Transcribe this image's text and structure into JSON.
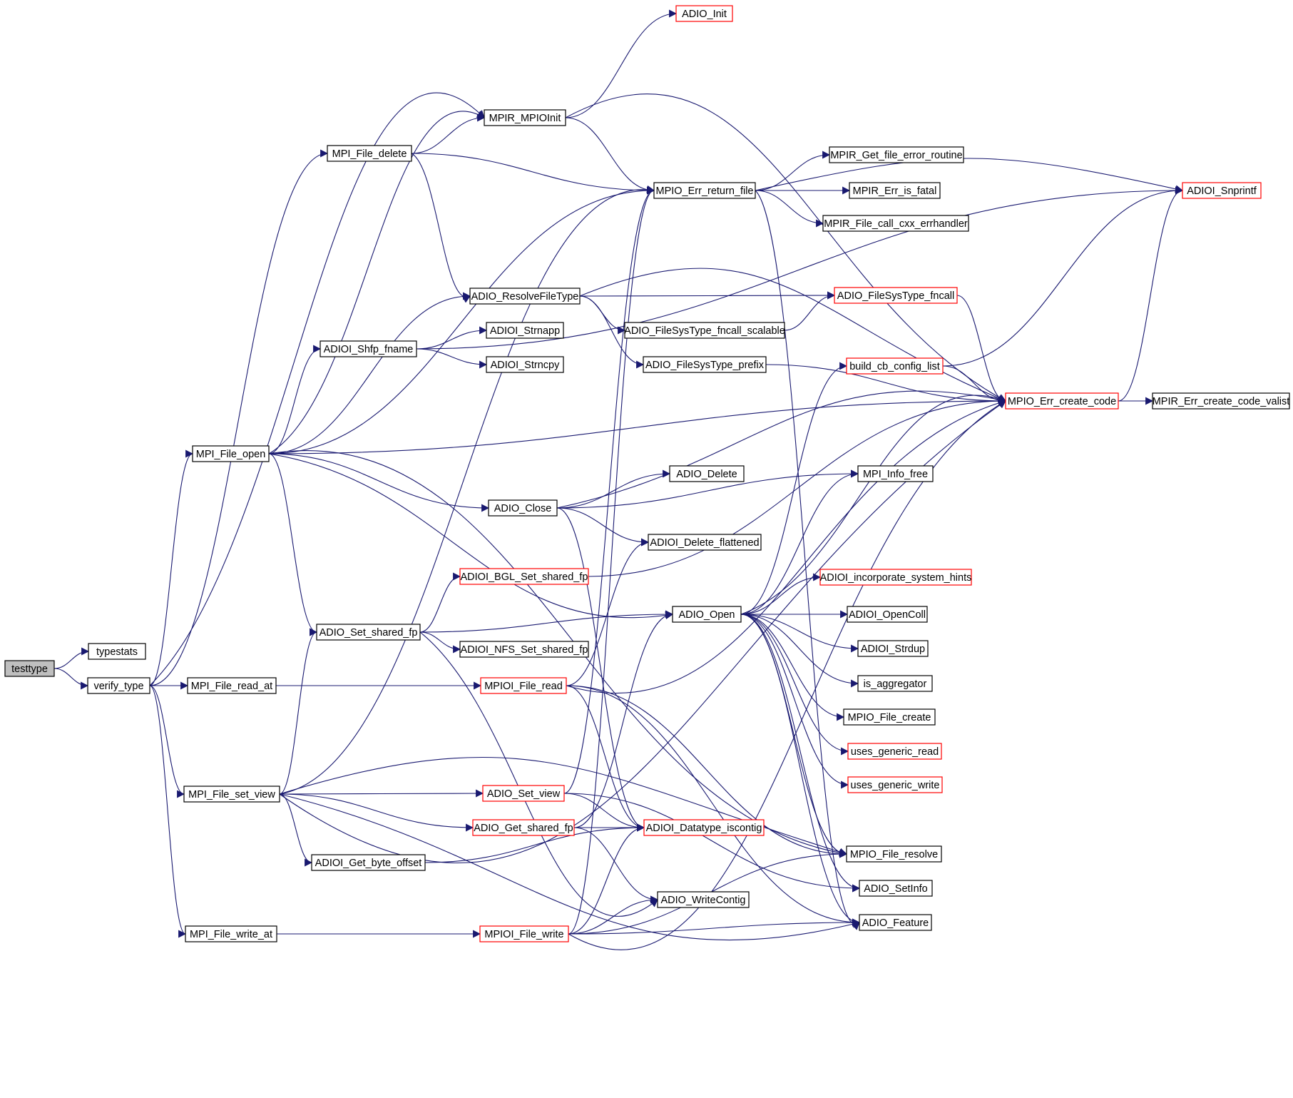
{
  "graph": {
    "colors": {
      "edge": "#191970",
      "border_normal": "#000000",
      "border_incomplete": "#ff0000",
      "root_fill": "#bfbfbf"
    },
    "nodes": [
      {
        "id": "testtype",
        "label": "testtype",
        "style": "root"
      },
      {
        "id": "typestats",
        "label": "typestats",
        "style": "normal"
      },
      {
        "id": "verify_type",
        "label": "verify_type",
        "style": "normal"
      },
      {
        "id": "MPI_File_open",
        "label": "MPI_File_open",
        "style": "normal"
      },
      {
        "id": "MPI_File_read_at",
        "label": "MPI_File_read_at",
        "style": "normal"
      },
      {
        "id": "MPI_File_set_view",
        "label": "MPI_File_set_view",
        "style": "normal"
      },
      {
        "id": "MPI_File_write_at",
        "label": "MPI_File_write_at",
        "style": "normal"
      },
      {
        "id": "MPI_File_delete",
        "label": "MPI_File_delete",
        "style": "normal"
      },
      {
        "id": "ADIOI_Shfp_fname",
        "label": "ADIOI_Shfp_fname",
        "style": "normal"
      },
      {
        "id": "ADIO_Set_shared_fp",
        "label": "ADIO_Set_shared_fp",
        "style": "normal"
      },
      {
        "id": "ADIOI_Get_byte_offset",
        "label": "ADIOI_Get_byte_offset",
        "style": "normal"
      },
      {
        "id": "ADIO_Init",
        "label": "ADIO_Init",
        "style": "red"
      },
      {
        "id": "MPIR_MPIOInit",
        "label": "MPIR_MPIOInit",
        "style": "normal"
      },
      {
        "id": "ADIO_ResolveFileType",
        "label": "ADIO_ResolveFileType",
        "style": "normal"
      },
      {
        "id": "ADIOI_Strnapp",
        "label": "ADIOI_Strnapp",
        "style": "normal"
      },
      {
        "id": "ADIOI_Strncpy",
        "label": "ADIOI_Strncpy",
        "style": "normal"
      },
      {
        "id": "ADIO_Close",
        "label": "ADIO_Close",
        "style": "normal"
      },
      {
        "id": "ADIOI_BGL_Set_shared_fp",
        "label": "ADIOI_BGL_Set_shared_fp",
        "style": "red"
      },
      {
        "id": "ADIOI_NFS_Set_shared_fp",
        "label": "ADIOI_NFS_Set_shared_fp",
        "style": "normal"
      },
      {
        "id": "MPIOI_File_read",
        "label": "MPIOI_File_read",
        "style": "red"
      },
      {
        "id": "ADIO_Set_view",
        "label": "ADIO_Set_view",
        "style": "red"
      },
      {
        "id": "ADIO_Get_shared_fp",
        "label": "ADIO_Get_shared_fp",
        "style": "red"
      },
      {
        "id": "MPIOI_File_write",
        "label": "MPIOI_File_write",
        "style": "red"
      },
      {
        "id": "MPIO_Err_return_file",
        "label": "MPIO_Err_return_file",
        "style": "normal"
      },
      {
        "id": "ADIO_FileSysType_fncall_scalable",
        "label": "ADIO_FileSysType_fncall_scalable",
        "style": "normal"
      },
      {
        "id": "ADIO_FileSysType_prefix",
        "label": "ADIO_FileSysType_prefix",
        "style": "normal"
      },
      {
        "id": "ADIO_Delete",
        "label": "ADIO_Delete",
        "style": "normal"
      },
      {
        "id": "ADIOI_Delete_flattened",
        "label": "ADIOI_Delete_flattened",
        "style": "normal"
      },
      {
        "id": "ADIO_Open",
        "label": "ADIO_Open",
        "style": "normal"
      },
      {
        "id": "ADIOI_Datatype_iscontig",
        "label": "ADIOI_Datatype_iscontig",
        "style": "red"
      },
      {
        "id": "ADIO_WriteContig",
        "label": "ADIO_WriteContig",
        "style": "normal"
      },
      {
        "id": "MPIR_Get_file_error_routine",
        "label": "MPIR_Get_file_error_routine",
        "style": "normal"
      },
      {
        "id": "MPIR_Err_is_fatal",
        "label": "MPIR_Err_is_fatal",
        "style": "normal"
      },
      {
        "id": "MPIR_File_call_cxx_errhandler",
        "label": "MPIR_File_call_cxx_errhandler",
        "style": "normal"
      },
      {
        "id": "ADIO_FileSysType_fncall",
        "label": "ADIO_FileSysType_fncall",
        "style": "red"
      },
      {
        "id": "build_cb_config_list",
        "label": "build_cb_config_list",
        "style": "red"
      },
      {
        "id": "MPI_Info_free",
        "label": "MPI_Info_free",
        "style": "normal"
      },
      {
        "id": "ADIOI_incorporate_system_hints",
        "label": "ADIOI_incorporate_system_hints",
        "style": "red"
      },
      {
        "id": "ADIOI_OpenColl",
        "label": "ADIOI_OpenColl",
        "style": "normal"
      },
      {
        "id": "ADIOI_Strdup",
        "label": "ADIOI_Strdup",
        "style": "normal"
      },
      {
        "id": "is_aggregator",
        "label": "is_aggregator",
        "style": "normal"
      },
      {
        "id": "MPIO_File_create",
        "label": "MPIO_File_create",
        "style": "normal"
      },
      {
        "id": "uses_generic_read",
        "label": "uses_generic_read",
        "style": "red"
      },
      {
        "id": "uses_generic_write",
        "label": "uses_generic_write",
        "style": "red"
      },
      {
        "id": "MPIO_File_resolve",
        "label": "MPIO_File_resolve",
        "style": "normal"
      },
      {
        "id": "ADIO_SetInfo",
        "label": "ADIO_SetInfo",
        "style": "normal"
      },
      {
        "id": "ADIO_Feature",
        "label": "ADIO_Feature",
        "style": "normal"
      },
      {
        "id": "ADIOI_Snprintf",
        "label": "ADIOI_Snprintf",
        "style": "red"
      },
      {
        "id": "MPIO_Err_create_code",
        "label": "MPIO_Err_create_code",
        "style": "red"
      },
      {
        "id": "MPIR_Err_create_code_valist",
        "label": "MPIR_Err_create_code_valist",
        "style": "normal"
      }
    ],
    "edges": [
      [
        "testtype",
        "typestats"
      ],
      [
        "testtype",
        "verify_type"
      ],
      [
        "verify_type",
        "MPI_File_open"
      ],
      [
        "verify_type",
        "MPI_File_read_at"
      ],
      [
        "verify_type",
        "MPI_File_set_view"
      ],
      [
        "verify_type",
        "MPI_File_write_at"
      ],
      [
        "verify_type",
        "MPI_File_delete"
      ],
      [
        "verify_type",
        "MPIR_MPIOInit"
      ],
      [
        "MPI_File_delete",
        "MPIR_MPIOInit"
      ],
      [
        "MPI_File_delete",
        "MPIO_Err_return_file"
      ],
      [
        "MPI_File_delete",
        "ADIO_ResolveFileType"
      ],
      [
        "MPIR_MPIOInit",
        "ADIO_Init"
      ],
      [
        "MPIR_MPIOInit",
        "MPIO_Err_return_file"
      ],
      [
        "MPIR_MPIOInit",
        "MPIO_Err_create_code"
      ],
      [
        "MPIO_Err_return_file",
        "MPIR_Get_file_error_routine"
      ],
      [
        "MPIO_Err_return_file",
        "MPIR_Err_is_fatal"
      ],
      [
        "MPIO_Err_return_file",
        "MPIR_File_call_cxx_errhandler"
      ],
      [
        "MPIO_Err_return_file",
        "ADIOI_Snprintf"
      ],
      [
        "MPIO_Err_return_file",
        "ADIO_Feature"
      ],
      [
        "ADIO_ResolveFileType",
        "ADIO_FileSysType_fncall"
      ],
      [
        "ADIO_ResolveFileType",
        "ADIO_FileSysType_fncall_scalable"
      ],
      [
        "ADIO_ResolveFileType",
        "ADIO_FileSysType_prefix"
      ],
      [
        "ADIO_ResolveFileType",
        "MPIO_Err_create_code"
      ],
      [
        "ADIO_FileSysType_fncall_scalable",
        "ADIO_FileSysType_fncall"
      ],
      [
        "ADIO_FileSysType_fncall",
        "MPIO_Err_create_code"
      ],
      [
        "ADIO_FileSysType_prefix",
        "MPIO_Err_create_code"
      ],
      [
        "ADIOI_Shfp_fname",
        "ADIOI_Strnapp"
      ],
      [
        "ADIOI_Shfp_fname",
        "ADIOI_Strncpy"
      ],
      [
        "ADIOI_Shfp_fname",
        "ADIOI_Snprintf"
      ],
      [
        "build_cb_config_list",
        "MPIO_Err_create_code"
      ],
      [
        "build_cb_config_list",
        "ADIOI_Snprintf"
      ],
      [
        "MPIO_Err_create_code",
        "MPIR_Err_create_code_valist"
      ],
      [
        "MPIO_Err_create_code",
        "ADIOI_Snprintf"
      ],
      [
        "MPI_File_open",
        "MPIR_MPIOInit"
      ],
      [
        "MPI_File_open",
        "MPIO_Err_return_file"
      ],
      [
        "MPI_File_open",
        "ADIO_ResolveFileType"
      ],
      [
        "MPI_File_open",
        "ADIOI_Shfp_fname"
      ],
      [
        "MPI_File_open",
        "MPIO_Err_create_code"
      ],
      [
        "MPI_File_open",
        "ADIO_Close"
      ],
      [
        "MPI_File_open",
        "ADIO_Open"
      ],
      [
        "MPI_File_open",
        "ADIO_Set_shared_fp"
      ],
      [
        "MPI_File_open",
        "MPIO_File_resolve"
      ],
      [
        "ADIO_Close",
        "ADIO_Delete"
      ],
      [
        "ADIO_Close",
        "MPI_Info_free"
      ],
      [
        "ADIO_Close",
        "ADIOI_Delete_flattened"
      ],
      [
        "ADIO_Close",
        "MPIO_Err_create_code"
      ],
      [
        "ADIO_Close",
        "ADIOI_Datatype_iscontig"
      ],
      [
        "ADIO_Set_shared_fp",
        "ADIOI_BGL_Set_shared_fp"
      ],
      [
        "ADIO_Set_shared_fp",
        "ADIOI_NFS_Set_shared_fp"
      ],
      [
        "ADIO_Set_shared_fp",
        "ADIO_Open"
      ],
      [
        "ADIO_Set_shared_fp",
        "ADIO_WriteContig"
      ],
      [
        "ADIOI_BGL_Set_shared_fp",
        "MPIO_Err_create_code"
      ],
      [
        "ADIO_Open",
        "ADIOI_incorporate_system_hints"
      ],
      [
        "ADIO_Open",
        "ADIOI_OpenColl"
      ],
      [
        "ADIO_Open",
        "ADIOI_Strdup"
      ],
      [
        "ADIO_Open",
        "is_aggregator"
      ],
      [
        "ADIO_Open",
        "MPIO_File_create"
      ],
      [
        "ADIO_Open",
        "uses_generic_read"
      ],
      [
        "ADIO_Open",
        "uses_generic_write"
      ],
      [
        "ADIO_Open",
        "MPIO_File_resolve"
      ],
      [
        "ADIO_Open",
        "ADIO_SetInfo"
      ],
      [
        "ADIO_Open",
        "ADIO_Feature"
      ],
      [
        "ADIO_Open",
        "build_cb_config_list"
      ],
      [
        "ADIO_Open",
        "MPI_Info_free"
      ],
      [
        "ADIO_Open",
        "MPIO_Err_create_code"
      ],
      [
        "MPI_File_read_at",
        "MPIOI_File_read"
      ],
      [
        "MPIOI_File_read",
        "ADIOI_Delete_flattened"
      ],
      [
        "MPIOI_File_read",
        "MPIO_File_resolve"
      ],
      [
        "MPIOI_File_read",
        "ADIO_Feature"
      ],
      [
        "MPIOI_File_read",
        "ADIOI_Datatype_iscontig"
      ],
      [
        "MPIOI_File_read",
        "MPIO_Err_create_code"
      ],
      [
        "MPI_File_set_view",
        "ADIO_Set_view"
      ],
      [
        "MPI_File_set_view",
        "ADIO_Get_shared_fp"
      ],
      [
        "MPI_File_set_view",
        "ADIOI_Get_byte_offset"
      ],
      [
        "MPI_File_set_view",
        "ADIO_Set_shared_fp"
      ],
      [
        "MPI_File_set_view",
        "MPIO_Err_return_file"
      ],
      [
        "MPI_File_set_view",
        "MPIO_File_resolve"
      ],
      [
        "MPI_File_set_view",
        "ADIO_Feature"
      ],
      [
        "MPI_File_set_view",
        "MPIO_Err_create_code"
      ],
      [
        "ADIO_Set_view",
        "MPIO_Err_return_file"
      ],
      [
        "ADIO_Set_view",
        "ADIOI_Datatype_iscontig"
      ],
      [
        "ADIO_Set_view",
        "ADIO_SetInfo"
      ],
      [
        "ADIO_Get_shared_fp",
        "ADIO_Open"
      ],
      [
        "ADIO_Get_shared_fp",
        "ADIOI_Datatype_iscontig"
      ],
      [
        "ADIO_Get_shared_fp",
        "ADIO_WriteContig"
      ],
      [
        "ADIOI_Get_byte_offset",
        "ADIOI_Datatype_iscontig"
      ],
      [
        "MPI_File_write_at",
        "MPIOI_File_write"
      ],
      [
        "MPIOI_File_write",
        "MPIO_Err_return_file"
      ],
      [
        "MPIOI_File_write",
        "ADIOI_Datatype_iscontig"
      ],
      [
        "MPIOI_File_write",
        "ADIO_WriteContig"
      ],
      [
        "MPIOI_File_write",
        "MPIO_File_resolve"
      ],
      [
        "MPIOI_File_write",
        "ADIO_Feature"
      ],
      [
        "MPIOI_File_write",
        "MPIO_Err_create_code"
      ]
    ]
  }
}
